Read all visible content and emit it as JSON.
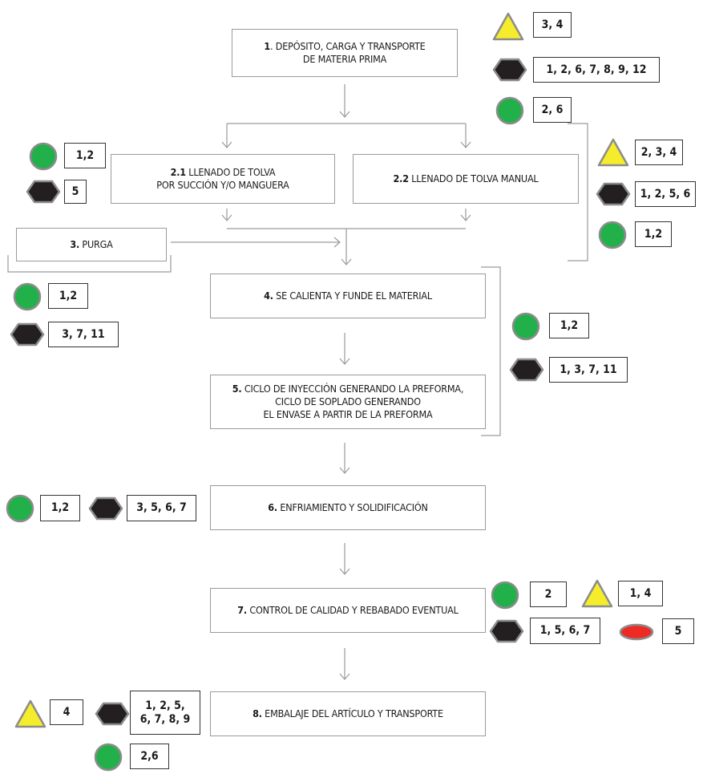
{
  "steps": {
    "s1": {
      "num": "1",
      "line1": ". DEPÓSITO, CARGA Y TRANSPORTE",
      "line2": "DE MATERIA PRIMA"
    },
    "s21": {
      "num": "2.1",
      "line1": " LLENADO DE TOLVA",
      "line2": "POR SUCCIÓN Y/O MANGUERA"
    },
    "s22": {
      "num": "2.2",
      "line1": " LLENADO DE TOLVA MANUAL"
    },
    "s3": {
      "num": "3.",
      "line1": " PURGA"
    },
    "s4": {
      "num": "4.",
      "line1": " SE CALIENTA Y FUNDE EL MATERIAL"
    },
    "s5": {
      "num": "5.",
      "line1": " CICLO DE INYECCIÓN GENERANDO LA PREFORMA,",
      "line2": "CICLO DE SOPLADO GENERANDO",
      "line3": "EL ENVASE A PARTIR DE LA PREFORMA"
    },
    "s6": {
      "num": "6.",
      "line1": " ENFRIAMIENTO Y SOLIDIFICACIÓN"
    },
    "s7": {
      "num": "7.",
      "line1": " CONTROL DE CALIDAD Y REBABADO EVENTUAL"
    },
    "s8": {
      "num": "8.",
      "line1": " EMBALAJE DEL ARTÍCULO Y TRANSPORTE"
    }
  },
  "codes": {
    "s1_triangle": "3, 4",
    "s1_hexagon": "1, 2, 6, 7, 8, 9, 12",
    "s1_circle": "2, 6",
    "s21_circle": "1,2",
    "s21_hexagon": "5",
    "s22_triangle": "2, 3, 4",
    "s22_hexagon": "1, 2, 5, 6",
    "s22_circle": "1,2",
    "s3_circle": "1,2",
    "s3_hexagon": "3, 7, 11",
    "s45_circle": "1,2",
    "s45_hexagon": "1, 3, 7, 11",
    "s6_circle": "1,2",
    "s6_hexagon": "3, 5, 6, 7",
    "s7_circle": "2",
    "s7_triangle": "1, 4",
    "s7_hexagon": "1, 5, 6, 7",
    "s7_ellipse": "5",
    "s8_triangle": "4",
    "s8_hexagon_l1": "1, 2, 5,",
    "s8_hexagon_l2": "6, 7, 8, 9",
    "s8_circle": "2,6"
  },
  "icon_colors": {
    "circle_fill": "#22b04b",
    "triangle_fill": "#f5ec2c",
    "hexagon_fill": "#231f20",
    "ellipse_fill": "#ee2a24",
    "outline": "#8c8c8c",
    "connector": "#9a9a9a"
  },
  "icons": {
    "circle": "green-circle-icon",
    "triangle": "yellow-triangle-icon",
    "hexagon": "black-hexagon-icon",
    "ellipse": "red-ellipse-icon"
  }
}
